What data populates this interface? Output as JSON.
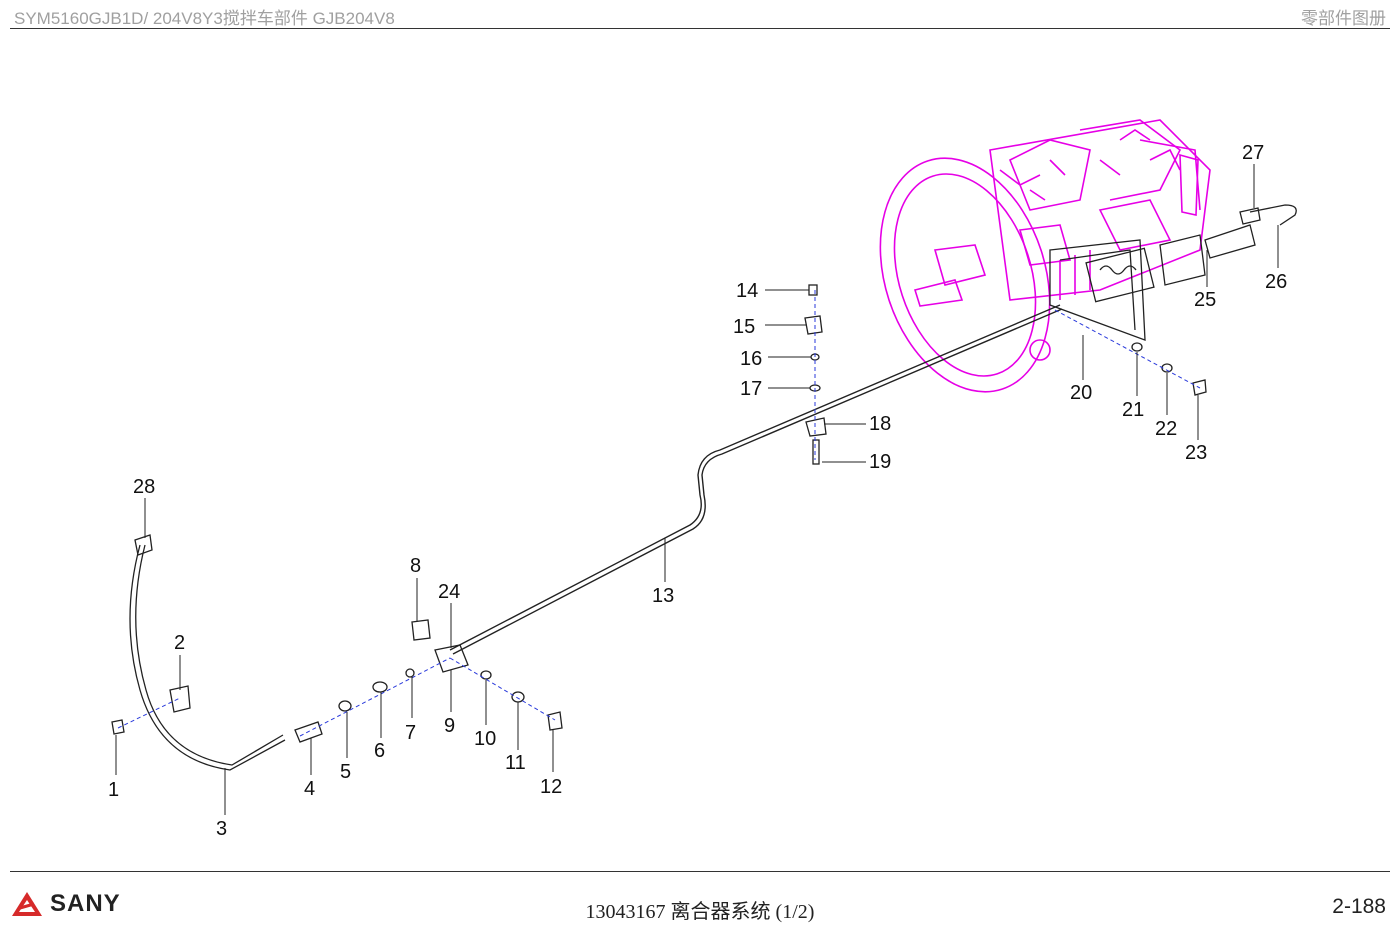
{
  "header": {
    "model": "SYM5160GJB1D/ 204V8Y3搅拌车部件 GJB204V8",
    "catalog": "零部件图册"
  },
  "callouts": [
    "1",
    "2",
    "3",
    "4",
    "5",
    "6",
    "7",
    "8",
    "9",
    "10",
    "11",
    "12",
    "13",
    "14",
    "15",
    "16",
    "17",
    "18",
    "19",
    "20",
    "21",
    "22",
    "23",
    "24",
    "25",
    "26",
    "27",
    "28"
  ],
  "footer": {
    "brand": "SANY",
    "title": "13043167 离合器系统 (1/2)",
    "page": "2-188"
  },
  "colors": {
    "accent": "#d62a2a",
    "transmission": "#e600e6",
    "leader": "#2a3adb",
    "line": "#222222"
  }
}
